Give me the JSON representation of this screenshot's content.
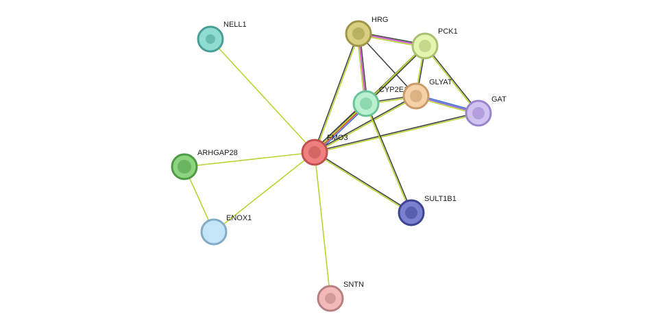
{
  "network": {
    "nodes": [
      {
        "id": "FMO3",
        "label": "FMO3",
        "color": "#f08080",
        "stroke": "#c0504d"
      },
      {
        "id": "NELL1",
        "label": "NELL1",
        "color": "#8fdcd0",
        "stroke": "#4a9e95"
      },
      {
        "id": "HRG",
        "label": "HRG",
        "color": "#d8d080",
        "stroke": "#9e9548"
      },
      {
        "id": "PCK1",
        "label": "PCK1",
        "color": "#e4f5b0",
        "stroke": "#a9c070"
      },
      {
        "id": "CYP2E1",
        "label": "CYP2E1",
        "color": "#b8f0d0",
        "stroke": "#6cc496"
      },
      {
        "id": "GLYAT",
        "label": "GLYAT",
        "color": "#f6d0a6",
        "stroke": "#c99a6a"
      },
      {
        "id": "GAT",
        "label": "GAT",
        "color": "#d2c2f2",
        "stroke": "#9a84cc"
      },
      {
        "id": "ARHGAP28",
        "label": "ARHGAP28",
        "color": "#8cd47e",
        "stroke": "#4e9a46"
      },
      {
        "id": "ENOX1",
        "label": "ENOX1",
        "color": "#c4e4f8",
        "stroke": "#84aac4"
      },
      {
        "id": "SULT1B1",
        "label": "SULT1B1",
        "color": "#7a80cc",
        "stroke": "#3e4494"
      },
      {
        "id": "SNTN",
        "label": "SNTN",
        "color": "#f2baba",
        "stroke": "#b88080"
      }
    ],
    "edges": [
      {
        "from": "NELL1",
        "to": "FMO3",
        "colors": [
          "#b8d430"
        ]
      },
      {
        "from": "ARHGAP28",
        "to": "FMO3",
        "colors": [
          "#b8d430"
        ]
      },
      {
        "from": "ENOX1",
        "to": "FMO3",
        "colors": [
          "#b8d430"
        ]
      },
      {
        "from": "ARHGAP28",
        "to": "ENOX1",
        "colors": [
          "#b8d430"
        ]
      },
      {
        "from": "SNTN",
        "to": "FMO3",
        "colors": [
          "#b8d430"
        ]
      },
      {
        "from": "FMO3",
        "to": "SULT1B1",
        "colors": [
          "#444444",
          "#b8d430"
        ]
      },
      {
        "from": "FMO3",
        "to": "HRG",
        "colors": [
          "#444444",
          "#b8d430"
        ]
      },
      {
        "from": "FMO3",
        "to": "GAT",
        "colors": [
          "#444444",
          "#b8d430"
        ]
      },
      {
        "from": "FMO3",
        "to": "GLYAT",
        "colors": [
          "#444444",
          "#b8d430"
        ]
      },
      {
        "from": "FMO3",
        "to": "PCK1",
        "colors": [
          "#444444",
          "#b8d430"
        ]
      },
      {
        "from": "FMO3",
        "to": "CYP2E1",
        "colors": [
          "#444444",
          "#b8d430",
          "#d84040",
          "#3a6ad8"
        ]
      },
      {
        "from": "HRG",
        "to": "PCK1",
        "colors": [
          "#444444",
          "#d040d0",
          "#b8d430"
        ]
      },
      {
        "from": "HRG",
        "to": "CYP2E1",
        "colors": [
          "#444444",
          "#d040d0",
          "#b8d430"
        ]
      },
      {
        "from": "HRG",
        "to": "GLYAT",
        "colors": [
          "#444444"
        ]
      },
      {
        "from": "PCK1",
        "to": "CYP2E1",
        "colors": [
          "#444444",
          "#b8d430"
        ]
      },
      {
        "from": "PCK1",
        "to": "GLYAT",
        "colors": [
          "#444444",
          "#b8d430"
        ]
      },
      {
        "from": "PCK1",
        "to": "GAT",
        "colors": [
          "#444444",
          "#b8d430"
        ]
      },
      {
        "from": "CYP2E1",
        "to": "GLYAT",
        "colors": [
          "#444444",
          "#b8d430"
        ]
      },
      {
        "from": "CYP2E1",
        "to": "SULT1B1",
        "colors": [
          "#444444",
          "#b8d430"
        ]
      },
      {
        "from": "GLYAT",
        "to": "GAT",
        "colors": [
          "#3a6ad8",
          "#7a50d8",
          "#b8d430"
        ]
      }
    ]
  }
}
